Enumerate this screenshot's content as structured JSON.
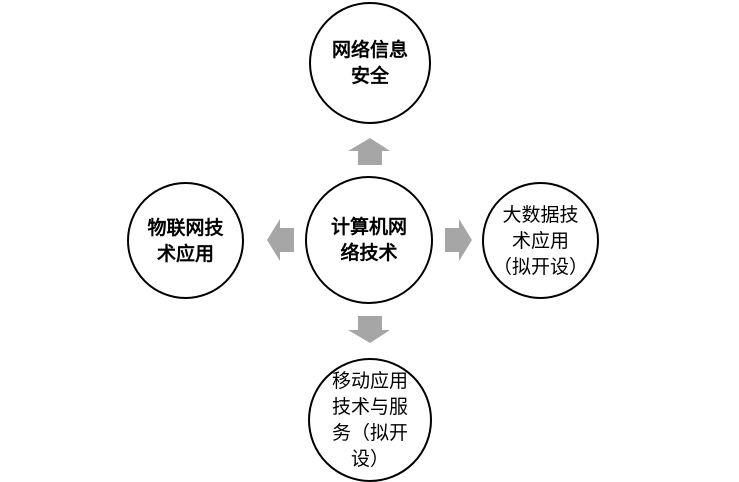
{
  "diagram": {
    "center": {
      "line1": "计算机网",
      "line2": "络技术"
    },
    "top": {
      "line1": "网络信息",
      "line2": "安全"
    },
    "left": {
      "line1": "物联网技",
      "line2": "术应用"
    },
    "right": {
      "line1": "大数据技",
      "line2": "术应用",
      "line3": "（拟开设）"
    },
    "bottom": {
      "line1": "移动应用",
      "line2": "技术与服",
      "line3": "务（拟开",
      "line4": "设）"
    },
    "arrow_color": "#a6a6a6"
  }
}
